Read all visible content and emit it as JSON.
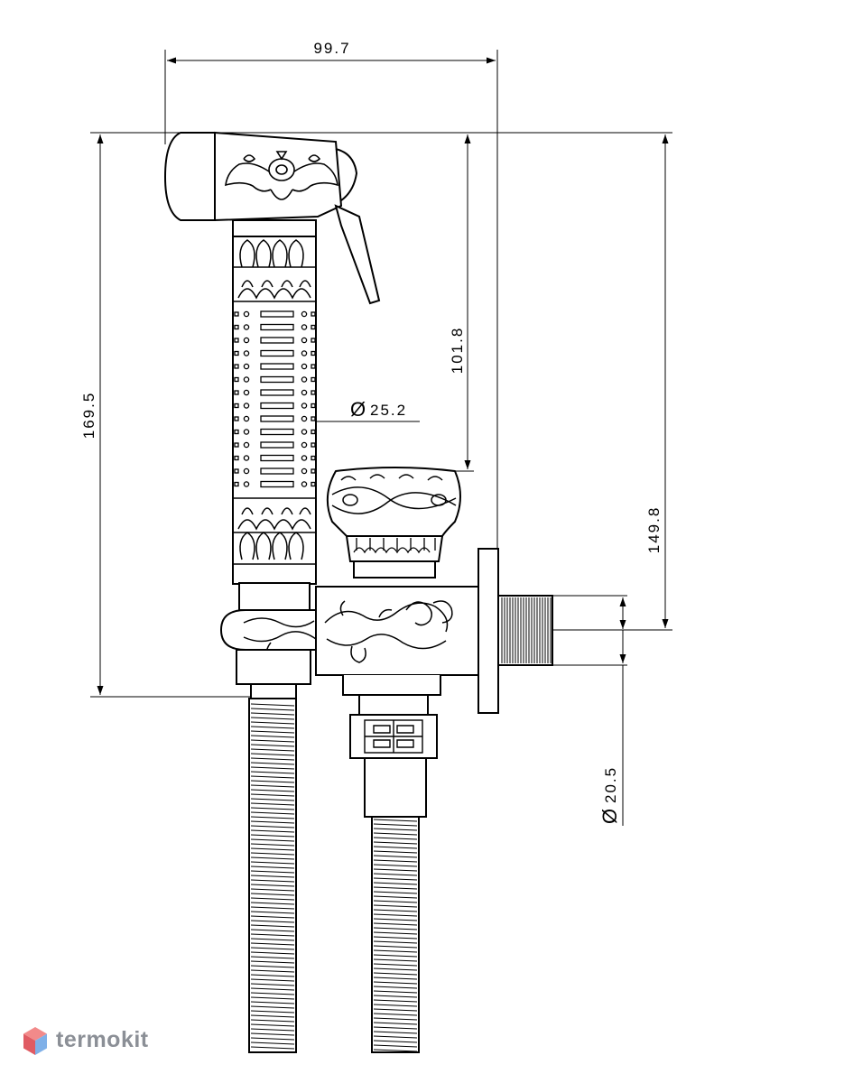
{
  "dimensions": {
    "width_top": "99.7",
    "height_total": "169.5",
    "height_handle": "101.8",
    "height_outlet": "149.8",
    "diameter_handle": "25.2",
    "diameter_thread": "20.5",
    "diameter_symbol": "Ø"
  },
  "watermark": {
    "brand": "termokit",
    "logo_icon": "hexagon-cube-icon",
    "colors": {
      "top": "#f28a8a",
      "left": "#e05b63",
      "right": "#7fb0e8",
      "text": "#8b8f96"
    }
  }
}
